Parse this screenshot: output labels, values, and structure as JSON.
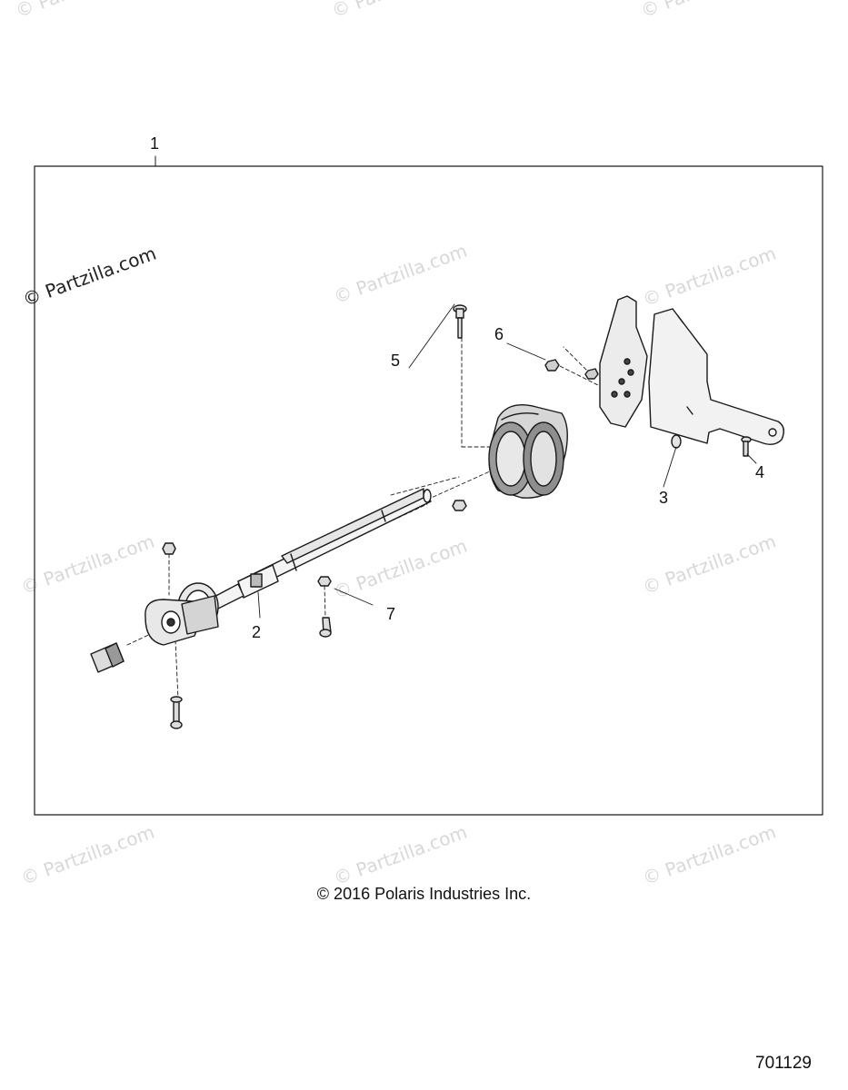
{
  "watermark": "© Partzilla.com",
  "callouts": {
    "c1": "1",
    "c2": "2",
    "c3": "3",
    "c4": "4",
    "c5": "5",
    "c6": "6",
    "c7": "7"
  },
  "copyright": "© 2016 Polaris Industries Inc.",
  "drawing_number": "701129",
  "colors": {
    "line": "#1a1a1a",
    "fill": "#f2f2f2",
    "watermark": "#d8d8d8"
  }
}
